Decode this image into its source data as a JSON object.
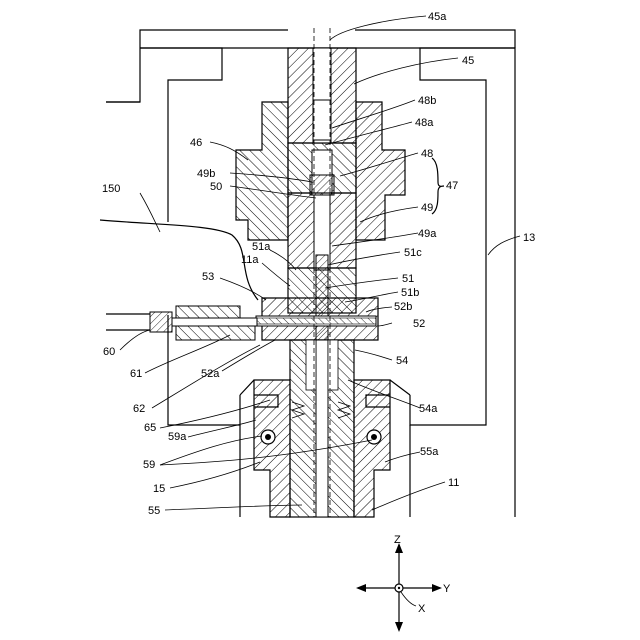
{
  "labels": {
    "l45a": "45a",
    "l45": "45",
    "l48b": "48b",
    "l48a": "48a",
    "l46": "46",
    "l48": "48",
    "l47": "47",
    "l49b": "49b",
    "l50": "50",
    "l49": "49",
    "l150": "150",
    "l13": "13",
    "l49a": "49a",
    "l51a": "51a",
    "l51c": "51c",
    "l11a": "11a",
    "l51": "51",
    "l53": "53",
    "l51b": "51b",
    "l52b": "52b",
    "l52": "52",
    "l60": "60",
    "l54": "54",
    "l61": "61",
    "l52a": "52a",
    "l62": "62",
    "l54a": "54a",
    "l65": "65",
    "l59a": "59a",
    "l55a": "55a",
    "l59": "59",
    "l15": "15",
    "l11": "11",
    "l55": "55"
  },
  "axes": {
    "z": "Z",
    "y": "Y",
    "x": "X"
  }
}
